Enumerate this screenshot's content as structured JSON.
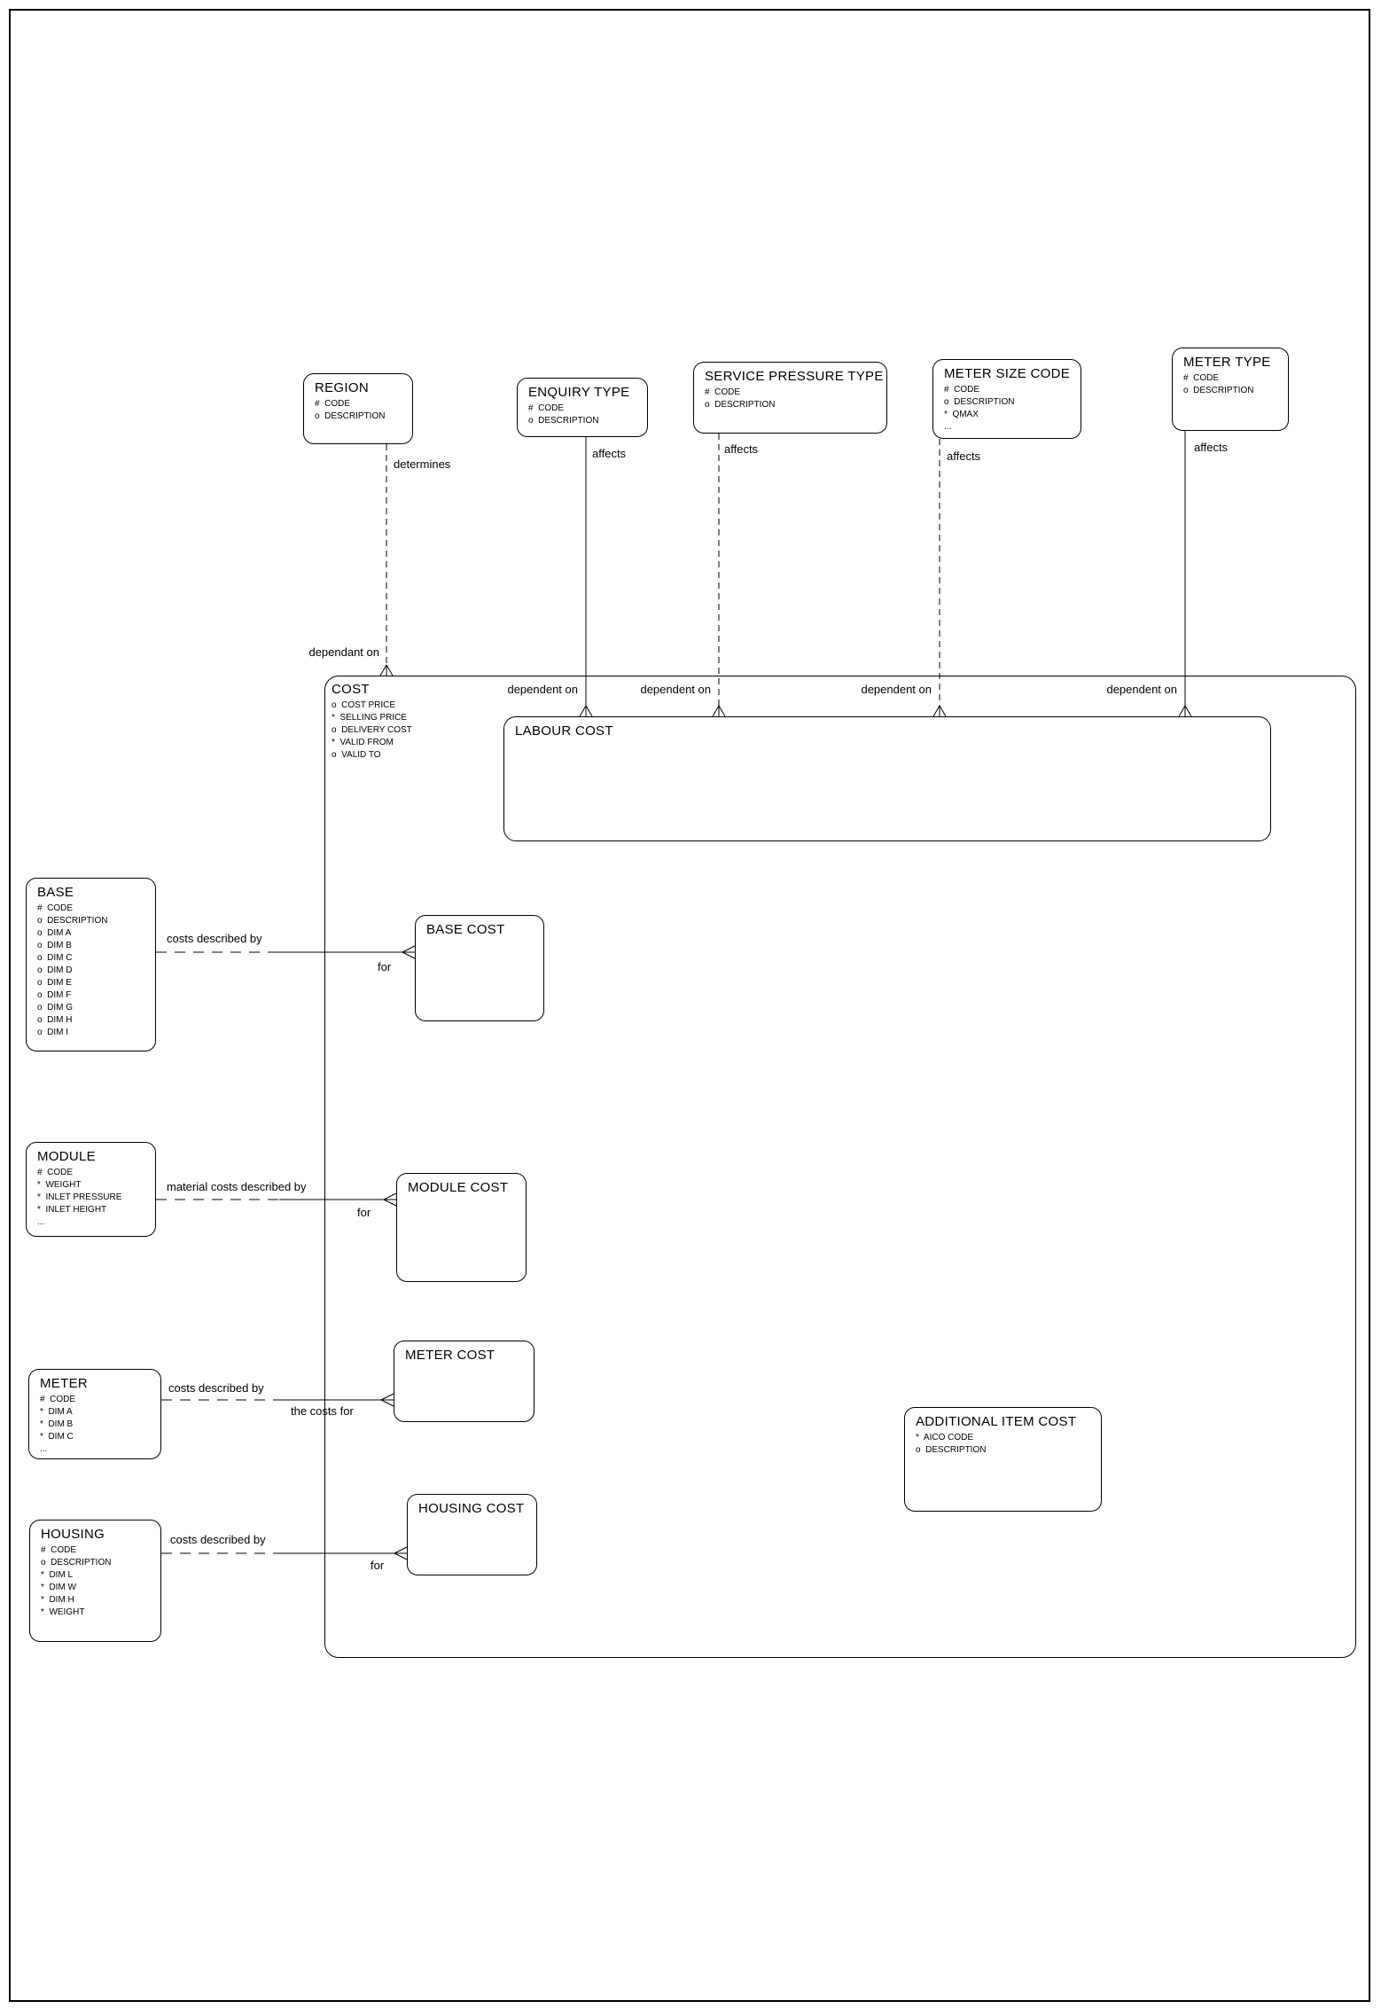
{
  "diagram": {
    "colors": {
      "line": "#000000",
      "background": "#ffffff"
    },
    "entities": {
      "region": {
        "title": "REGION",
        "attrs": [
          "#  CODE",
          "o  DESCRIPTION"
        ]
      },
      "enquiry_type": {
        "title": "ENQUIRY TYPE",
        "attrs": [
          "#  CODE",
          "o  DESCRIPTION"
        ]
      },
      "service_pressure_type": {
        "title": "SERVICE PRESSURE TYPE",
        "attrs": [
          "#  CODE",
          "o  DESCRIPTION"
        ]
      },
      "meter_size_code": {
        "title": "METER SIZE CODE",
        "attrs": [
          "#  CODE",
          "o  DESCRIPTION",
          "*  QMAX",
          "..."
        ]
      },
      "meter_type": {
        "title": "METER TYPE",
        "attrs": [
          "#  CODE",
          "o  DESCRIPTION"
        ]
      },
      "cost": {
        "title": "COST",
        "attrs": [
          "o  COST PRICE",
          "*  SELLING PRICE",
          "o  DELIVERY COST",
          "*  VALID FROM",
          "o  VALID TO"
        ]
      },
      "labour_cost": {
        "title": "LABOUR COST"
      },
      "base": {
        "title": "BASE",
        "attrs": [
          "#  CODE",
          "o  DESCRIPTION",
          "o  DIM A",
          "o  DIM B",
          "o  DIM C",
          "o  DIM D",
          "o  DIM E",
          "o  DIM F",
          "o  DIM G",
          "o  DIM H",
          "o  DIM I"
        ]
      },
      "base_cost": {
        "title": "BASE COST"
      },
      "module": {
        "title": "MODULE",
        "attrs": [
          "#  CODE",
          "*  WEIGHT",
          "*  INLET PRESSURE",
          "*  INLET HEIGHT",
          "..."
        ]
      },
      "module_cost": {
        "title": "MODULE COST"
      },
      "meter": {
        "title": "METER",
        "attrs": [
          "#  CODE",
          "*  DIM A",
          "*  DIM B",
          "*  DIM C",
          "..."
        ]
      },
      "meter_cost": {
        "title": "METER COST"
      },
      "housing": {
        "title": "HOUSING",
        "attrs": [
          "#  CODE",
          "o  DESCRIPTION",
          "*  DIM L",
          "*  DIM W",
          "*  DIM H",
          "*  WEIGHT"
        ]
      },
      "housing_cost": {
        "title": "HOUSING COST"
      },
      "additional_item_cost": {
        "title": "ADDITIONAL ITEM COST",
        "attrs": [
          "*  AICO CODE",
          "o  DESCRIPTION"
        ]
      }
    },
    "labels": {
      "determines": "determines",
      "dependant_on": "dependant on",
      "affects_enquiry": "affects",
      "affects_service_pressure": "affects",
      "affects_meter_size": "affects",
      "affects_meter_type": "affects",
      "dependent_on_enquiry": "dependent on",
      "dependent_on_service_pressure": "dependent on",
      "dependent_on_meter_size": "dependent on",
      "dependent_on_meter_type": "dependent on",
      "base_costs_described_by": "costs described by",
      "base_for": "for",
      "module_costs_described_by": "material costs described by",
      "module_for": "for",
      "meter_costs_described_by": "costs described by",
      "meter_the_costs_for": "the costs for",
      "housing_costs_described_by": "costs described by",
      "housing_for": "for"
    }
  }
}
